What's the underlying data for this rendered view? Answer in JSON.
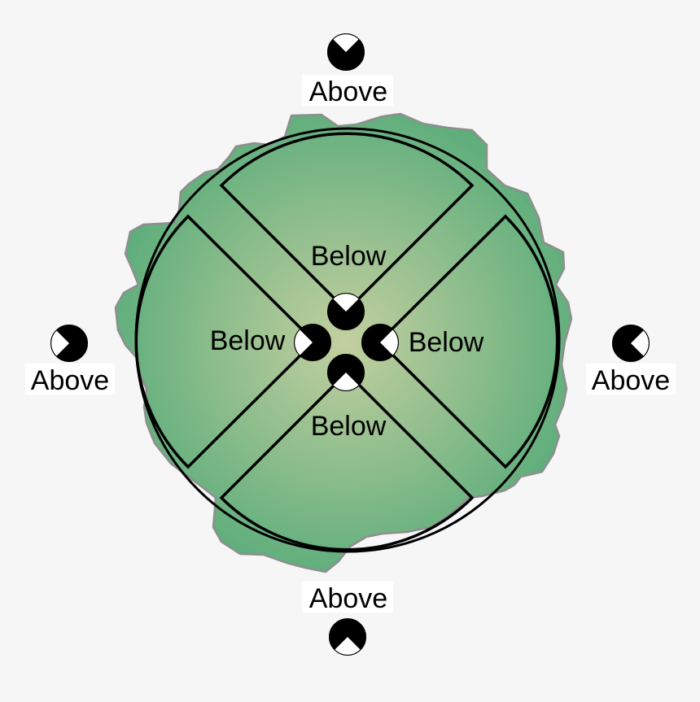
{
  "diagram": {
    "colors": {
      "background": "#f6f6f6",
      "blob_outer": "#5fae7c",
      "blob_inner": "#c3cfa0",
      "blob_outline": "#8e8e8e",
      "sector_stroke": "#000000",
      "marker_fill": "#000000",
      "marker_wedge": "#ffffff"
    },
    "inner_labels": {
      "top": "Below",
      "left": "Below",
      "right": "Below",
      "bottom": "Below"
    },
    "outer_labels": {
      "top": "Above",
      "left": "Above",
      "right": "Above",
      "bottom": "Above"
    },
    "markers": [
      {
        "id": "inner-top",
        "direction": "up"
      },
      {
        "id": "inner-left",
        "direction": "left"
      },
      {
        "id": "inner-right",
        "direction": "right"
      },
      {
        "id": "inner-bottom",
        "direction": "down"
      },
      {
        "id": "outer-top",
        "direction": "up"
      },
      {
        "id": "outer-left",
        "direction": "left"
      },
      {
        "id": "outer-right",
        "direction": "right"
      },
      {
        "id": "outer-bottom",
        "direction": "down"
      }
    ]
  }
}
